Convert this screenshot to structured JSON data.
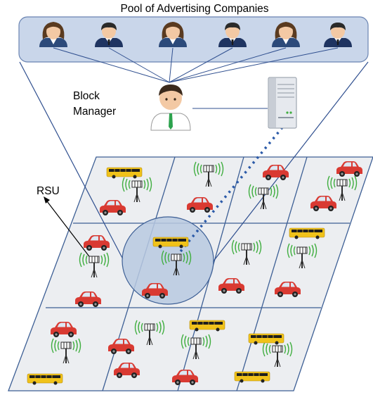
{
  "pool": {
    "title": "Pool of Advertising Companies",
    "companies": [
      "female",
      "male",
      "female",
      "male",
      "female",
      "male"
    ]
  },
  "manager": {
    "label_line1": "Block",
    "label_line2": "Manager"
  },
  "rsu": {
    "label": "RSU"
  },
  "colors": {
    "pool_fill": "#c9d6ea",
    "pool_stroke": "#6a84b2",
    "line": "#2f4f8f",
    "grid_fill": "#eceef1",
    "grid_stroke": "#3d5f95",
    "circle_fill": "#b9c9e0",
    "dotted": "#2b5aa8",
    "car": "#d93a32",
    "bus": "#f0c21a",
    "signal": "#3fae3f"
  },
  "icons": {
    "people": "advertiser-avatar-icon",
    "manager": "block-manager-avatar-icon",
    "server": "server-icon",
    "antenna": "antenna-tower-icon",
    "car": "car-icon",
    "bus": "bus-icon"
  }
}
